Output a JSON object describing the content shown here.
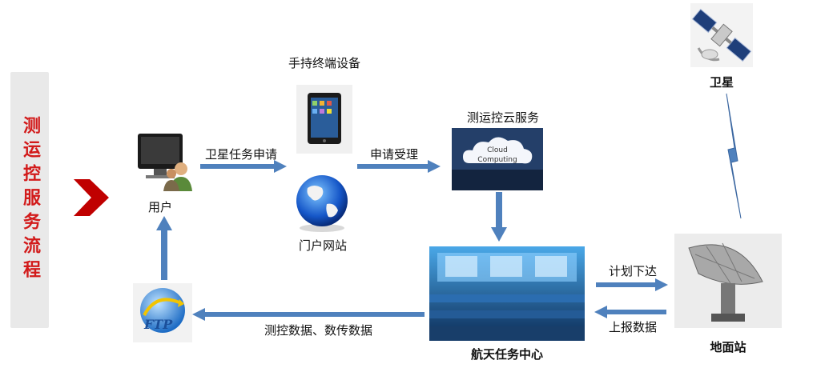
{
  "title": "测运控服务流程",
  "nodes": {
    "user": "用户",
    "handheld": "手持终端设备",
    "portal": "门户网站",
    "cloud": "测运控云服务",
    "cloud_inner": "Cloud Computing",
    "ftp": "FTP",
    "center": "航天任务中心",
    "satellite": "卫星",
    "ground": "地面站"
  },
  "edges": {
    "apply": "卫星任务申请",
    "accept": "申请受理",
    "plan": "计划下达",
    "report": "上报数据",
    "data": "测控数据、数传数据"
  },
  "colors": {
    "arrow": "#4f81bd",
    "title": "#d21a1a",
    "chevron": "#c00000"
  }
}
